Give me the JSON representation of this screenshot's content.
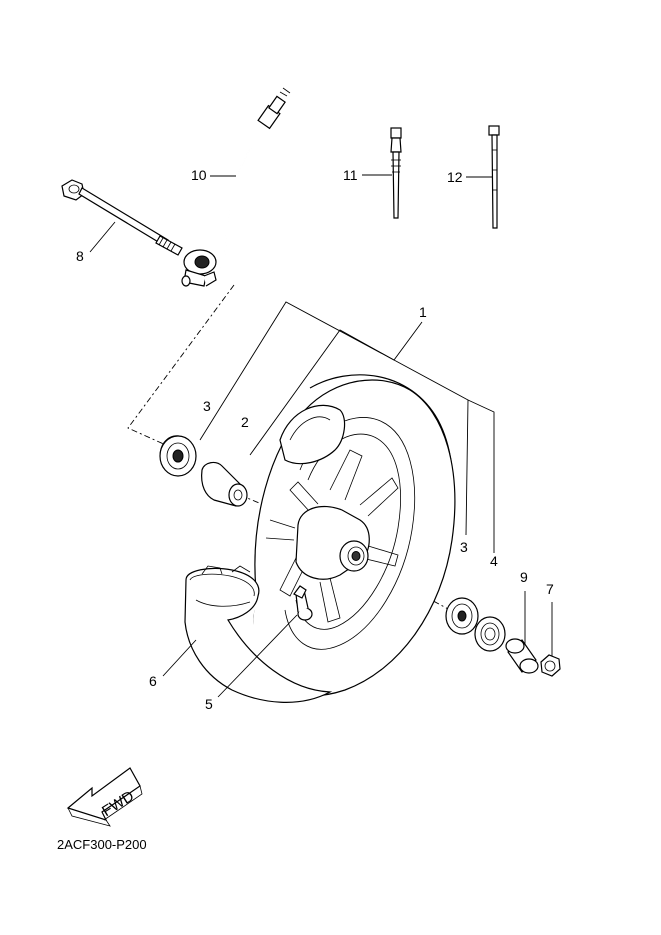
{
  "callouts": {
    "p1": "1",
    "p2": "2",
    "p3a": "3",
    "p3b": "3",
    "p4": "4",
    "p5": "5",
    "p6": "6",
    "p7": "7",
    "p8": "8",
    "p9": "9",
    "p10": "10",
    "p11": "11",
    "p12": "12"
  },
  "direction_label": "FWD",
  "diagram_code": "2ACF300-P200"
}
